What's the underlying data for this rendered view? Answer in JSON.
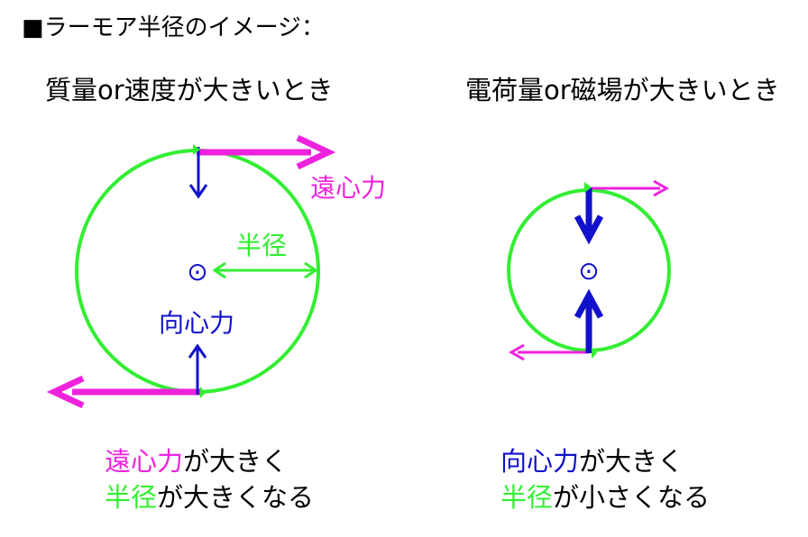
{
  "title": "■ラーモア半径のイメージ：",
  "left": {
    "heading": "質量or速度が大きいとき",
    "labels": {
      "centrifugal": "遠心力",
      "radius": "半径",
      "centripetal": "向心力",
      "center": "⊙"
    },
    "caption": {
      "line1": {
        "accent": "遠心力",
        "rest": "が大きく"
      },
      "line2": {
        "accent": "半径",
        "rest": "が大きくなる"
      }
    }
  },
  "right": {
    "heading": "電荷量or磁場が大きいとき",
    "labels": {
      "center": "⊙"
    },
    "caption": {
      "line1": {
        "accent": "向心力",
        "rest": "が大きく"
      },
      "line2": {
        "accent": "半径",
        "rest": "が小さくなる"
      }
    }
  },
  "colors": {
    "orbit": "#33ee33",
    "centrifugal": "#ee22dd",
    "centripetal": "#1111cc",
    "text": "#000000"
  }
}
